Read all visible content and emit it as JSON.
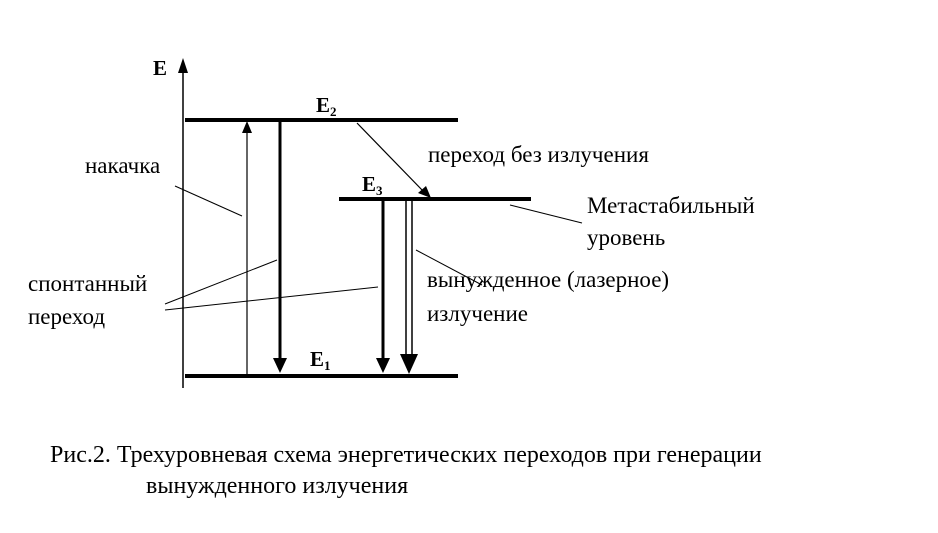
{
  "axis": {
    "label": "E"
  },
  "levels": {
    "e2": {
      "main": "E",
      "sub": "2"
    },
    "e3": {
      "main": "E",
      "sub": "3"
    },
    "e1": {
      "main": "E",
      "sub": "1"
    }
  },
  "labels": {
    "pump": "накачка",
    "nonradiative": "переход без излучения",
    "metastable_line1": "Метастабильный",
    "metastable_line2": "уровень",
    "spontaneous_line1": "спонтанный",
    "spontaneous_line2": "переход",
    "stimulated_line1": "вынужденное (лазерное)",
    "stimulated_line2": "излучение"
  },
  "caption": {
    "line1": "Рис.2. Трехуровневая схема энергетических переходов при генерации",
    "line2": "вынужденного излучения"
  }
}
